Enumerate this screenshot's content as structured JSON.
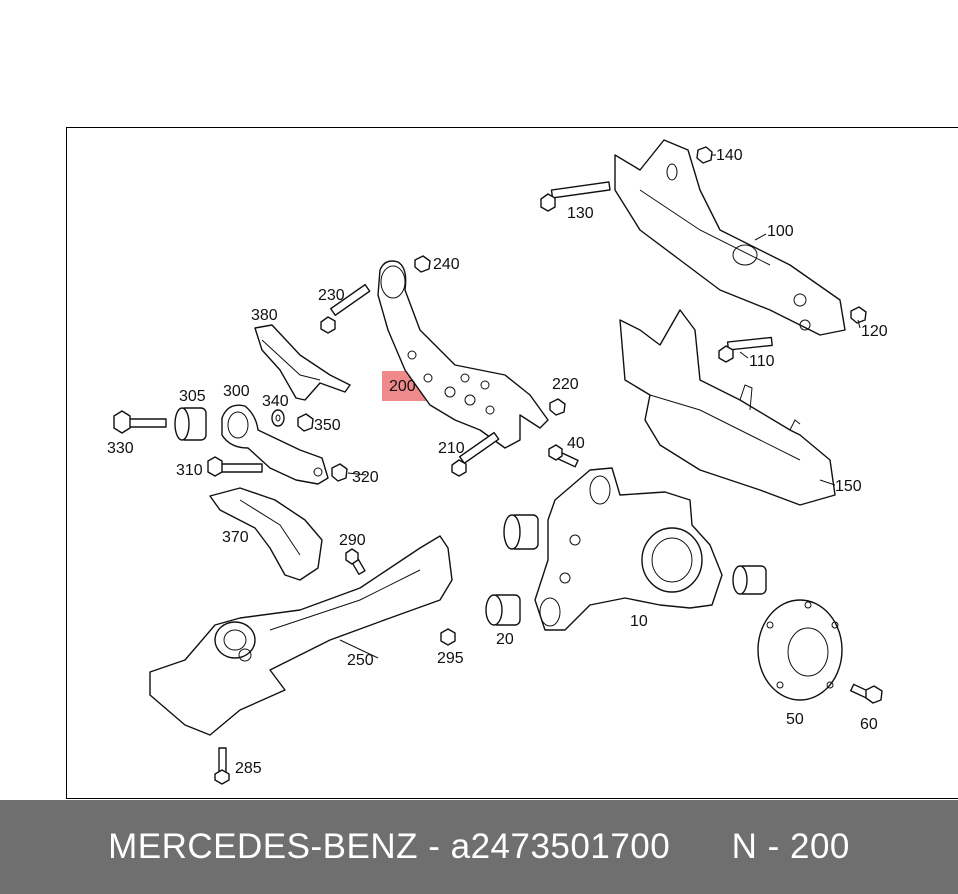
{
  "labels": [
    {
      "id": "140",
      "text": "140"
    },
    {
      "id": "130",
      "text": "130"
    },
    {
      "id": "100",
      "text": "100"
    },
    {
      "id": "120",
      "text": "120"
    },
    {
      "id": "110",
      "text": "110"
    },
    {
      "id": "240",
      "text": "240"
    },
    {
      "id": "230",
      "text": "230"
    },
    {
      "id": "380",
      "text": "380"
    },
    {
      "id": "200",
      "text": "200"
    },
    {
      "id": "220",
      "text": "220"
    },
    {
      "id": "305",
      "text": "305"
    },
    {
      "id": "300",
      "text": "300"
    },
    {
      "id": "340",
      "text": "340"
    },
    {
      "id": "350",
      "text": "350"
    },
    {
      "id": "330",
      "text": "330"
    },
    {
      "id": "310",
      "text": "310"
    },
    {
      "id": "320",
      "text": "320"
    },
    {
      "id": "210",
      "text": "210"
    },
    {
      "id": "40",
      "text": "40"
    },
    {
      "id": "150",
      "text": "150"
    },
    {
      "id": "370",
      "text": "370"
    },
    {
      "id": "290",
      "text": "290"
    },
    {
      "id": "250",
      "text": "250"
    },
    {
      "id": "295",
      "text": "295"
    },
    {
      "id": "20",
      "text": "20"
    },
    {
      "id": "10",
      "text": "10"
    },
    {
      "id": "50",
      "text": "50"
    },
    {
      "id": "60",
      "text": "60"
    },
    {
      "id": "285",
      "text": "285"
    }
  ],
  "highlight": {
    "label": "200",
    "color": "#f08a8a"
  },
  "footer": {
    "brand": "MERCEDES-BENZ",
    "separator": " - ",
    "part_number": "a2473501700",
    "position": "N - 200"
  },
  "colors": {
    "footer_bg": "#6f6f6f",
    "footer_text": "#ffffff"
  }
}
